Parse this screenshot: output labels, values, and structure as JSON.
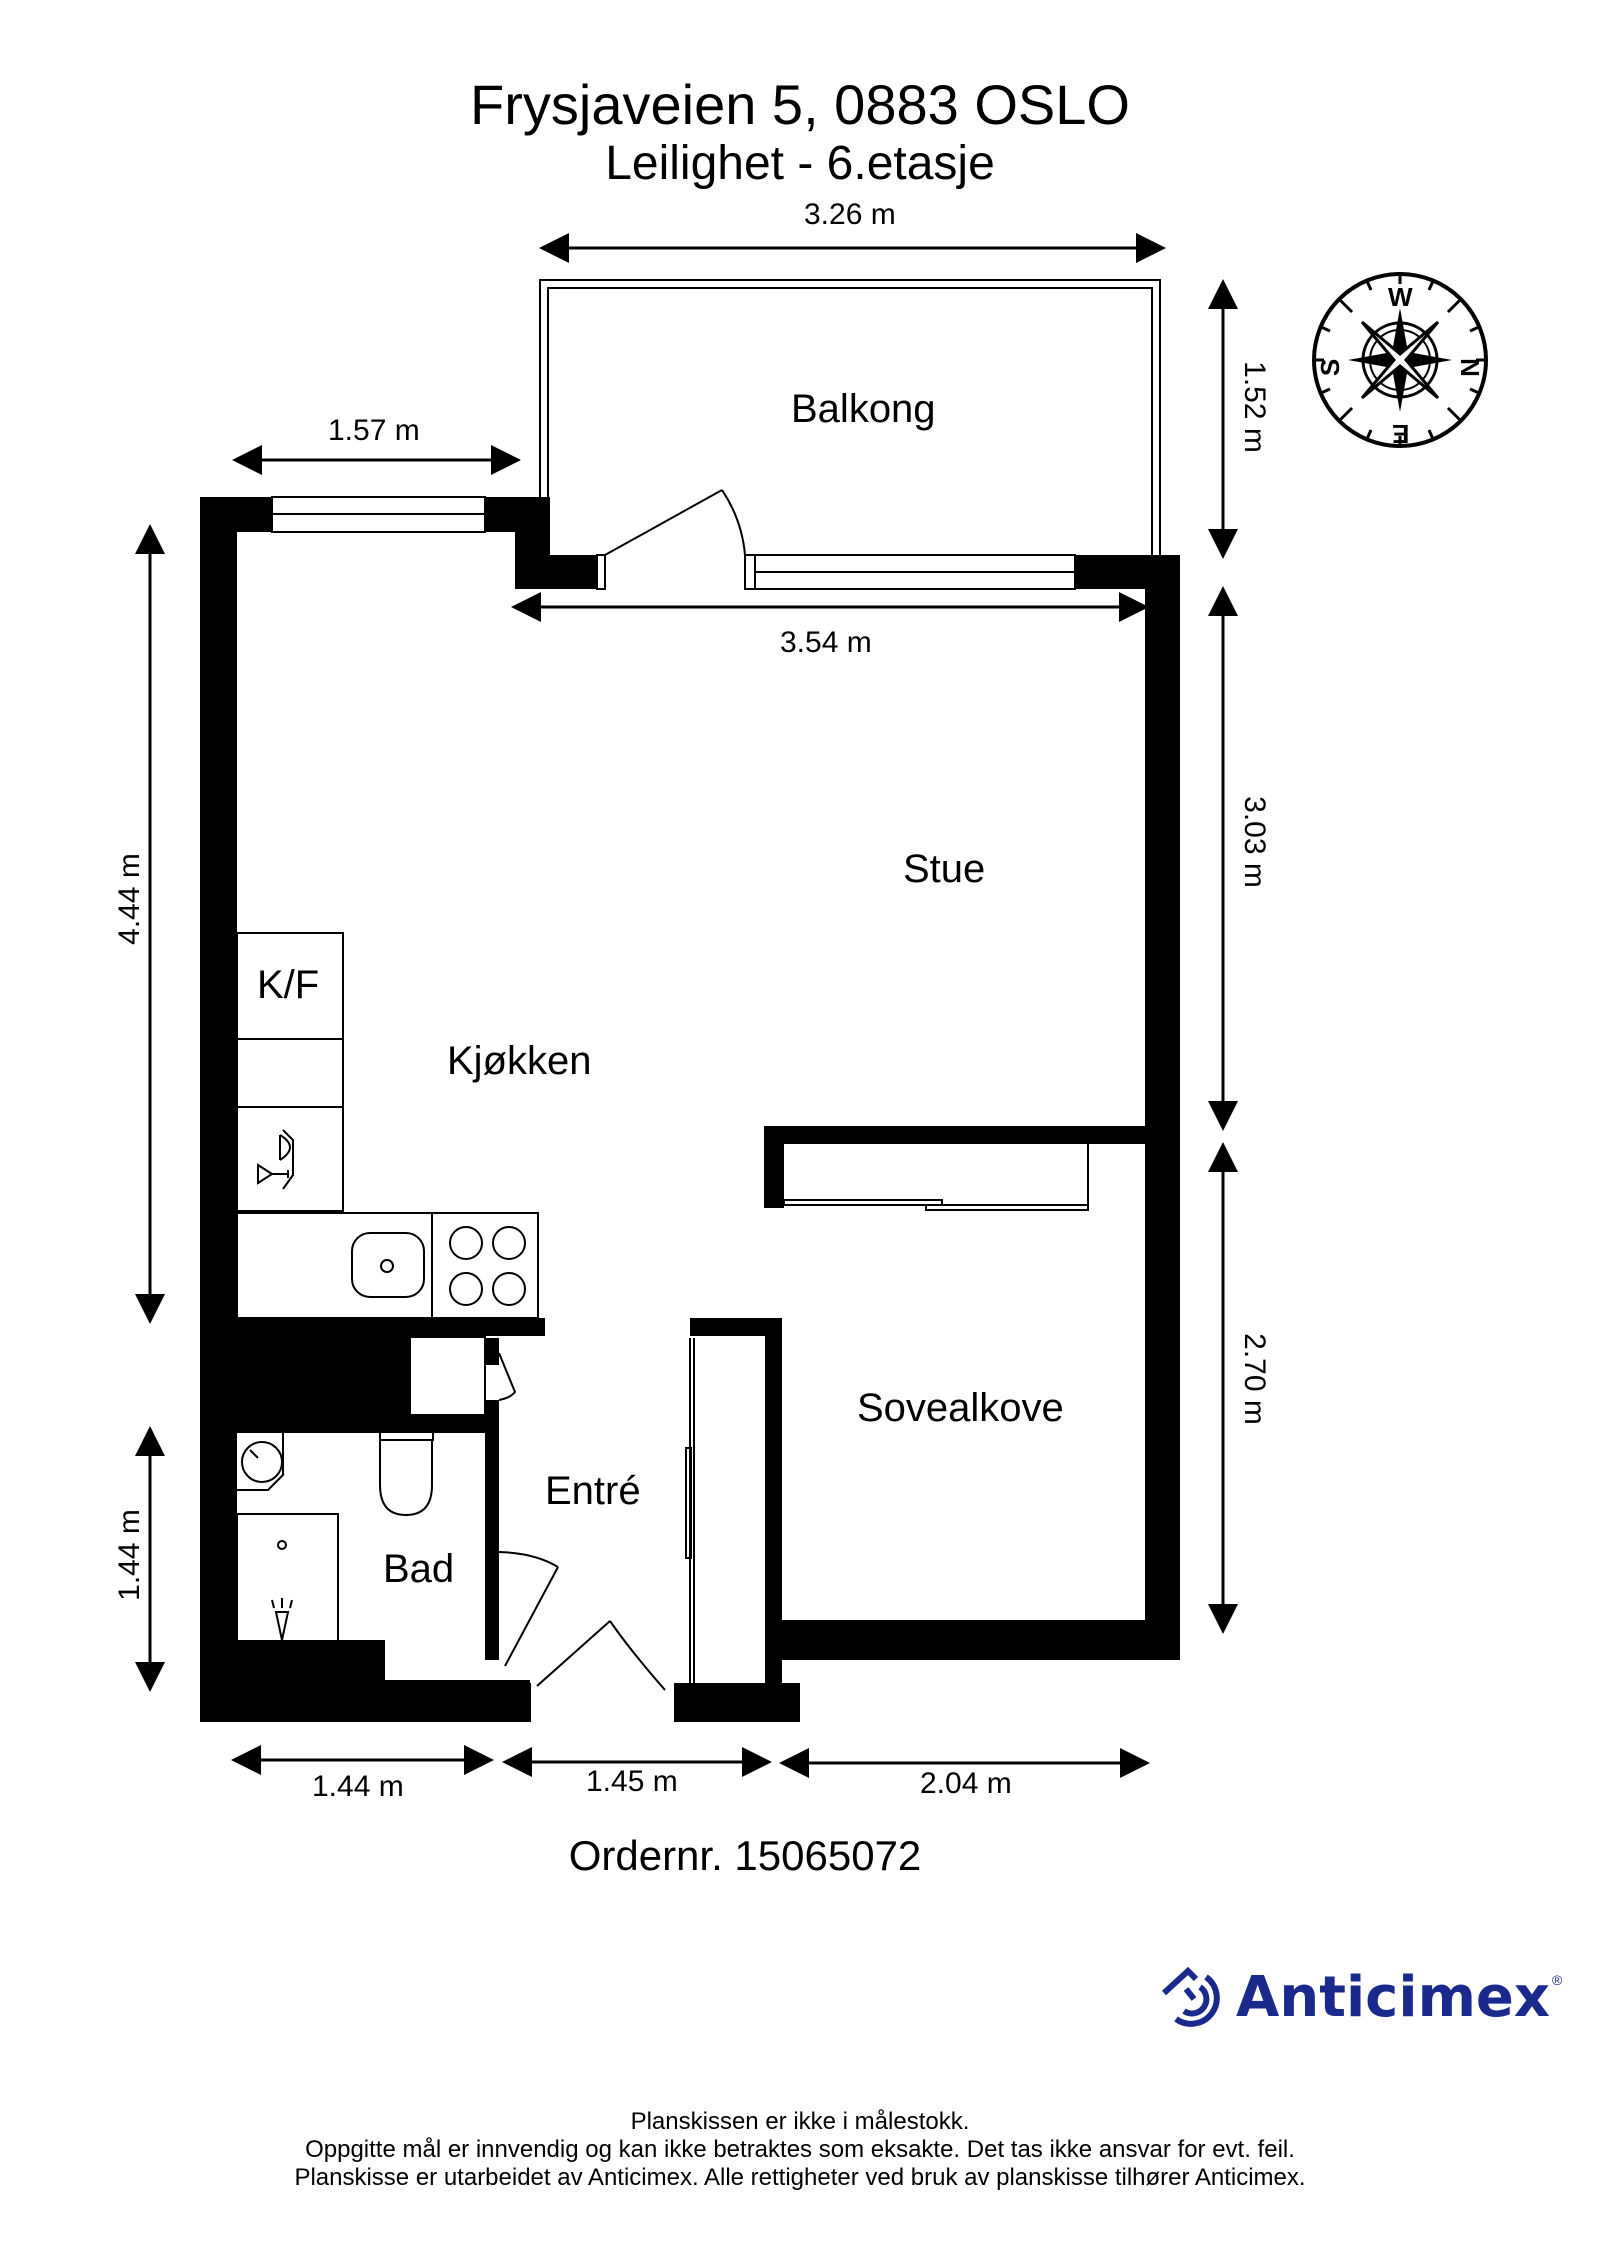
{
  "header": {
    "address": "Frysjaveien 5, 0883 OSLO",
    "subtitle": "Leilighet  - 6.etasje"
  },
  "rooms": {
    "balkong": "Balkong",
    "stue": "Stue",
    "kjokken": "Kjøkken",
    "kf": "K/F",
    "sovealkove": "Sovealkove",
    "entre": "Entré",
    "bad": "Bad"
  },
  "dimensions": {
    "top_balcony": "3.26 m",
    "top_left_window": "1.57 m",
    "living_width": "3.54 m",
    "right_balcony": "1.52 m",
    "right_living": "3.03 m",
    "right_sovealkove": "2.70 m",
    "left_kitchen": "4.44 m",
    "left_bath": "1.44 m",
    "bottom_bath": "1.44 m",
    "bottom_entre": "1.45 m",
    "bottom_sovealkove": "2.04 m"
  },
  "compass": {
    "top": "W",
    "right": "N",
    "bottom": "E",
    "left": "S"
  },
  "order": "Ordernr. 15065072",
  "logo": {
    "name": "Anticimex",
    "registered": "®",
    "color": "#1a2a8c"
  },
  "footer": {
    "line1": "Planskissen er ikke i målestokk.",
    "line2": "Oppgitte mål er innvendig og kan ikke betraktes som eksakte. Det tas ikke ansvar for evt. feil.",
    "line3": "Planskisse er utarbeidet av Anticimex. Alle rettigheter ved bruk av planskisse tilhører Anticimex."
  }
}
